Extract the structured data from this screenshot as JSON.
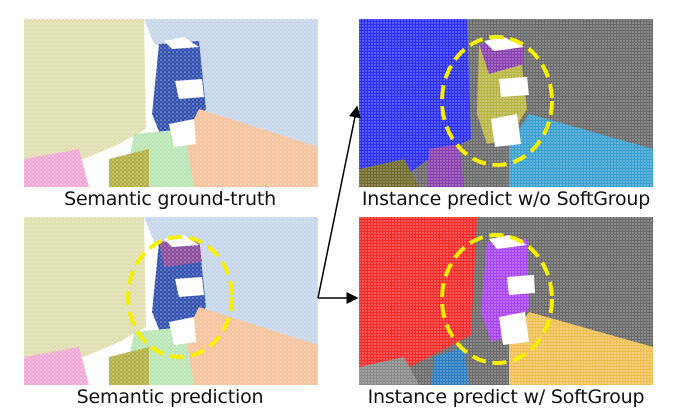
{
  "figure": {
    "panels": [
      {
        "id": "semantic-gt",
        "caption": "Semantic ground-truth",
        "highlight_ellipse": false
      },
      {
        "id": "instance-wo",
        "caption": "Instance predict w/o SoftGroup",
        "highlight_ellipse": true
      },
      {
        "id": "semantic-pred",
        "caption": "Semantic prediction",
        "highlight_ellipse": true
      },
      {
        "id": "instance-w",
        "caption": "Instance predict w/ SoftGroup",
        "highlight_ellipse": true
      }
    ],
    "colors": {
      "semantic_wall_left": "#d6d48e",
      "semantic_wall_right": "#b8cde6",
      "semantic_cabinet": "#2f4fae",
      "semantic_floor": "#f4b07a",
      "semantic_floor_green": "#9ed99c",
      "semantic_chair": "#b3b043",
      "semantic_pink": "#f08cc8",
      "instance_wo_wall": "#2a2ff0",
      "instance_wo_cabinet_a": "#b8b545",
      "instance_wo_cabinet_b": "#8a3fb0",
      "instance_wo_floor": "#3aa0d2",
      "instance_w_wall": "#f22a2a",
      "instance_w_cabinet": "#a845f0",
      "instance_w_floor": "#f0c055",
      "instance_w_chair": "#2b7cc0",
      "background_points": "#444444",
      "highlight": "#f7f000",
      "arrow": "#000000"
    }
  }
}
